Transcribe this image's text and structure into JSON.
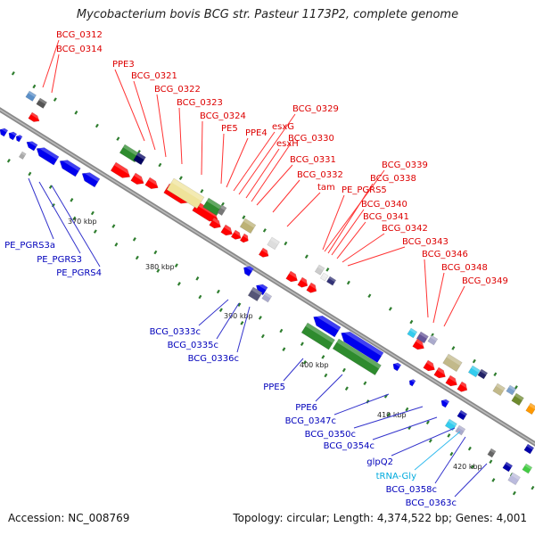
{
  "title": "Mycobacterium bovis BCG str. Pasteur 1173P2, complete genome",
  "footer": {
    "accession": "Accession: NC_008769",
    "summary": "Topology: circular; Length: 4,374,522 bp; Genes: 4,001"
  },
  "colors": {
    "forward_label": "#dd0000",
    "reverse_label": "#0000bb",
    "trna_label": "#00aadd",
    "backbone": "#888888",
    "tick": "#2e7d2e"
  },
  "kbp_marks": [
    "370 kbp",
    "380 kbp",
    "390 kbp",
    "400 kbp",
    "410 kbp",
    "420 kbp"
  ],
  "forward_labels": [
    "BCG_0312",
    "BCG_0314",
    "PPE3",
    "BCG_0321",
    "BCG_0322",
    "BCG_0323",
    "BCG_0324",
    "PE5",
    "PPE4",
    "esxG",
    "BCG_0329",
    "esxH",
    "BCG_0330",
    "BCG_0331",
    "BCG_0332",
    "tam",
    "BCG_0339",
    "BCG_0338",
    "PE_PGRS5",
    "BCG_0340",
    "BCG_0341",
    "BCG_0342",
    "BCG_0343",
    "BCG_0346",
    "BCG_0348",
    "BCG_0349"
  ],
  "reverse_labels": [
    "PE_PGRS3a",
    "PE_PGRS3",
    "PE_PGRS4",
    "BCG_0333c",
    "BCG_0335c",
    "BCG_0336c",
    "PPE5",
    "PPE6",
    "BCG_0347c",
    "BCG_0350c",
    "BCG_0354c",
    "glpQ2",
    "tRNA-Gly",
    "BCG_0358c",
    "BCG_0363c"
  ]
}
